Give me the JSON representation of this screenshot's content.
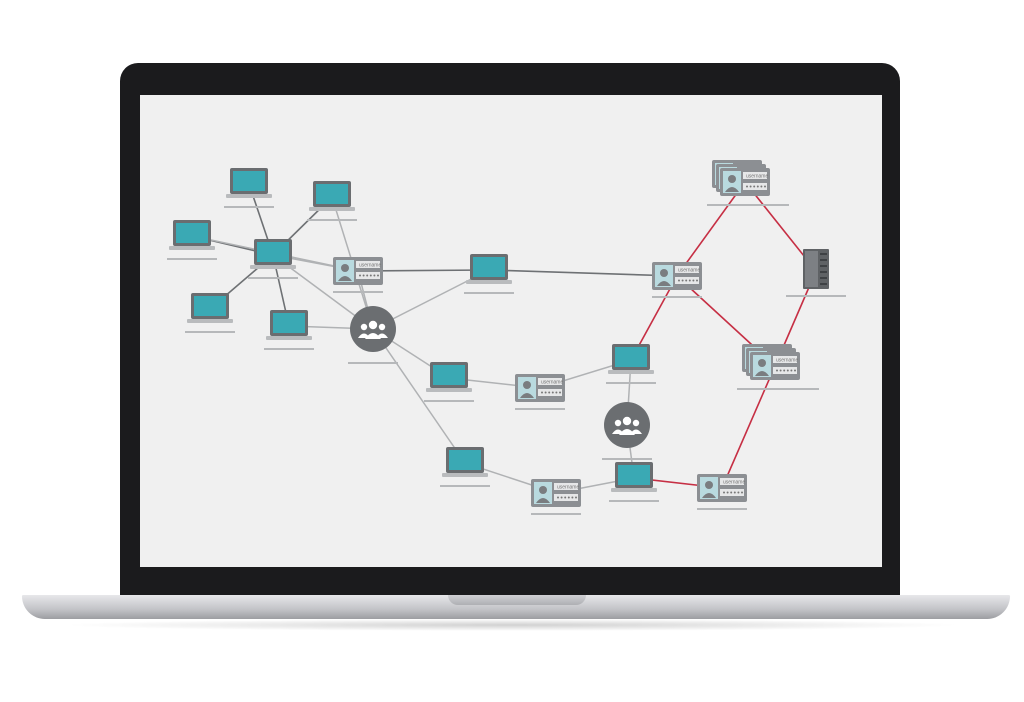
{
  "device": {
    "type": "laptop"
  },
  "diagram": {
    "colors": {
      "screen_bg": "#f0f0f0",
      "laptop_screen": "#3aa9b4",
      "laptop_frame": "#6a6d70",
      "card_bg": "#8c8f93",
      "card_face": "#e6e7e8",
      "group_circle": "#6b6e71",
      "edge_gray": "#b0b2b4",
      "edge_dark": "#6e7174",
      "edge_red": "#c62f44"
    },
    "card_label": "username",
    "nodes": [
      {
        "id": "l1",
        "kind": "laptop",
        "icon": "laptop-icon"
      },
      {
        "id": "l2",
        "kind": "laptop",
        "icon": "laptop-icon"
      },
      {
        "id": "l3",
        "kind": "laptop",
        "icon": "laptop-icon"
      },
      {
        "id": "l4",
        "kind": "laptop",
        "icon": "laptop-icon"
      },
      {
        "id": "l5",
        "kind": "laptop",
        "icon": "laptop-icon"
      },
      {
        "id": "l6",
        "kind": "laptop",
        "icon": "laptop-icon"
      },
      {
        "id": "l7",
        "kind": "laptop",
        "icon": "laptop-icon"
      },
      {
        "id": "l8",
        "kind": "laptop",
        "icon": "laptop-icon"
      },
      {
        "id": "l9",
        "kind": "laptop",
        "icon": "laptop-icon"
      },
      {
        "id": "l10",
        "kind": "laptop",
        "icon": "laptop-icon"
      },
      {
        "id": "l11",
        "kind": "laptop",
        "icon": "laptop-icon"
      },
      {
        "id": "c1",
        "kind": "card",
        "icon": "user-card-icon"
      },
      {
        "id": "c2",
        "kind": "card",
        "icon": "user-card-icon"
      },
      {
        "id": "c3",
        "kind": "card",
        "icon": "user-card-icon"
      },
      {
        "id": "c4",
        "kind": "card",
        "icon": "user-card-icon"
      },
      {
        "id": "c5",
        "kind": "card",
        "icon": "user-card-icon"
      },
      {
        "id": "cs1",
        "kind": "cardstack",
        "icon": "user-card-stack-icon"
      },
      {
        "id": "cs2",
        "kind": "cardstack",
        "icon": "user-card-stack-icon"
      },
      {
        "id": "g1",
        "kind": "group",
        "icon": "users-group-icon"
      },
      {
        "id": "g2",
        "kind": "group",
        "icon": "users-group-icon"
      },
      {
        "id": "s1",
        "kind": "server",
        "icon": "server-icon"
      }
    ],
    "edges": [
      {
        "from": "l1",
        "to": "l5",
        "style": "dark"
      },
      {
        "from": "l2",
        "to": "l5",
        "style": "dark"
      },
      {
        "from": "l3",
        "to": "l5",
        "style": "dark"
      },
      {
        "from": "l4",
        "to": "l5",
        "style": "dark"
      },
      {
        "from": "l6",
        "to": "l5",
        "style": "dark"
      },
      {
        "from": "l5",
        "to": "c1",
        "style": "gray"
      },
      {
        "from": "l5",
        "to": "g1",
        "style": "gray"
      },
      {
        "from": "l1",
        "to": "c1",
        "style": "gray"
      },
      {
        "from": "l3",
        "to": "g1",
        "style": "gray"
      },
      {
        "from": "l6",
        "to": "g1",
        "style": "gray"
      },
      {
        "from": "c1",
        "to": "g1",
        "style": "gray"
      },
      {
        "from": "c1",
        "to": "l7",
        "style": "dark"
      },
      {
        "from": "l7",
        "to": "c2",
        "style": "dark"
      },
      {
        "from": "g1",
        "to": "l7",
        "style": "gray"
      },
      {
        "from": "g1",
        "to": "l8",
        "style": "gray"
      },
      {
        "from": "g1",
        "to": "l10",
        "style": "gray"
      },
      {
        "from": "l8",
        "to": "c3",
        "style": "gray"
      },
      {
        "from": "c3",
        "to": "l9",
        "style": "gray"
      },
      {
        "from": "l9",
        "to": "g2",
        "style": "gray"
      },
      {
        "from": "g2",
        "to": "l11",
        "style": "gray"
      },
      {
        "from": "l10",
        "to": "c4",
        "style": "gray"
      },
      {
        "from": "c4",
        "to": "l11",
        "style": "gray"
      },
      {
        "from": "l11",
        "to": "c5",
        "style": "red"
      },
      {
        "from": "c5",
        "to": "cs2",
        "style": "red"
      },
      {
        "from": "c2",
        "to": "l9",
        "style": "red"
      },
      {
        "from": "c2",
        "to": "cs2",
        "style": "red"
      },
      {
        "from": "c2",
        "to": "cs1",
        "style": "red"
      },
      {
        "from": "cs1",
        "to": "s1",
        "style": "red"
      },
      {
        "from": "s1",
        "to": "cs2",
        "style": "red"
      }
    ]
  }
}
